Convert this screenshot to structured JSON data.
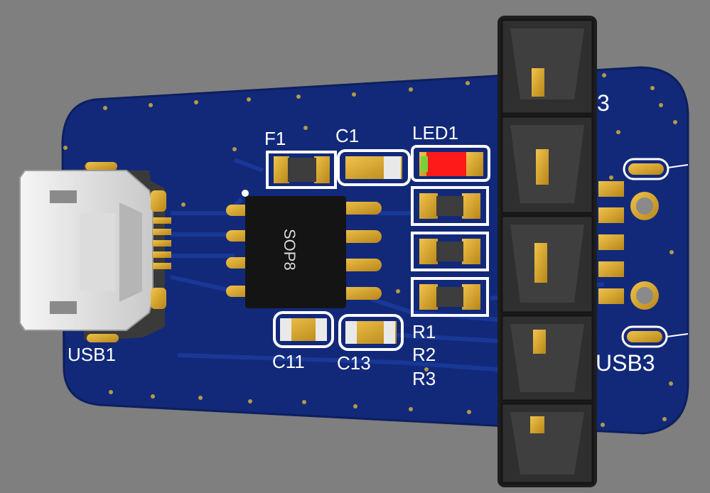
{
  "colors": {
    "background": "#7f7f7f",
    "board": "#12297a",
    "board_edge": "#0d1f5e",
    "trace": "#1a3a9a",
    "gold": "#d9a52a",
    "silkscreen": "#ffffff",
    "led": "#ff1a1a",
    "header": "#2a2a2a"
  },
  "labels": {
    "usb1": "USB1",
    "usb3": "USB3",
    "f1": "F1",
    "c1": "C1",
    "led1": "LED1",
    "c11": "C11",
    "c13": "C13",
    "r1": "R1",
    "r2": "R2",
    "r3": "R3",
    "chip": "SOP8",
    "pin_number": "3"
  },
  "components": {
    "usb_connector": "micro-usb-connector",
    "ic": "sop8-chip",
    "header": "pin-header-5"
  }
}
